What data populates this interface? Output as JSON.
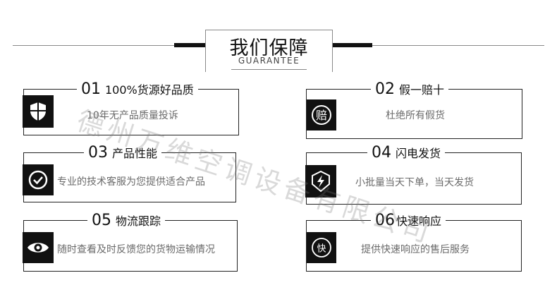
{
  "header": {
    "title": "我们保障",
    "subtitle": "GUARANTEE"
  },
  "cards": [
    {
      "num": "01",
      "title": "100%货源好品质",
      "desc": "10年无产品质量投诉",
      "icon": "shield-icon",
      "icon_char": "⛊"
    },
    {
      "num": "02",
      "title": "假一赔十",
      "desc": "杜绝所有假货",
      "icon": "compensate-icon",
      "icon_char": "赔"
    },
    {
      "num": "03",
      "title": "产品性能",
      "desc": "专业的技术客服为您提供适合产品",
      "icon": "check-circle-icon",
      "icon_char": "✓"
    },
    {
      "num": "04",
      "title": "闪电发货",
      "desc": "小批量当天下单，当天发货",
      "icon": "lightning-icon",
      "icon_char": "⚡"
    },
    {
      "num": "05",
      "title": "物流跟踪",
      "desc": "随时查看及时反馈您的货物运输情况",
      "icon": "eye-icon",
      "icon_char": "◉"
    },
    {
      "num": "06",
      "title": "快速响应",
      "desc": "提供快速响应的售后服务",
      "icon": "fast-icon",
      "icon_char": "快"
    }
  ],
  "watermark": "德州万维空调设备有限公司",
  "colors": {
    "accent": "#111111",
    "desc_text": "#6a6a6a",
    "line": "#8a8a8a"
  }
}
